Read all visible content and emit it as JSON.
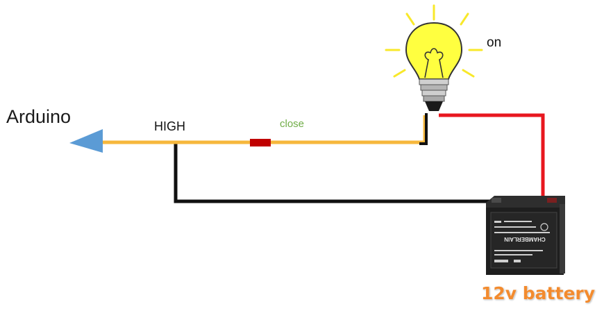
{
  "labels": {
    "arduino": "Arduino",
    "signal": "HIGH",
    "switch_state": "close",
    "lamp_state": "on",
    "battery": "12v battery"
  },
  "battery_brand": "CHAMBERLAIN",
  "colors": {
    "signal_wire": "#f6b73c",
    "positive_wire": "#e8171f",
    "ground_wire": "#111111",
    "switch": "#c00000",
    "arrow": "#5b9bd5",
    "bulb": "#ffff40",
    "rays": "#f8e82a",
    "battery_label": "#f38b2e",
    "close_label": "#70ad47"
  },
  "icons": [
    "arrow-left-icon",
    "light-bulb-icon",
    "battery-icon"
  ]
}
